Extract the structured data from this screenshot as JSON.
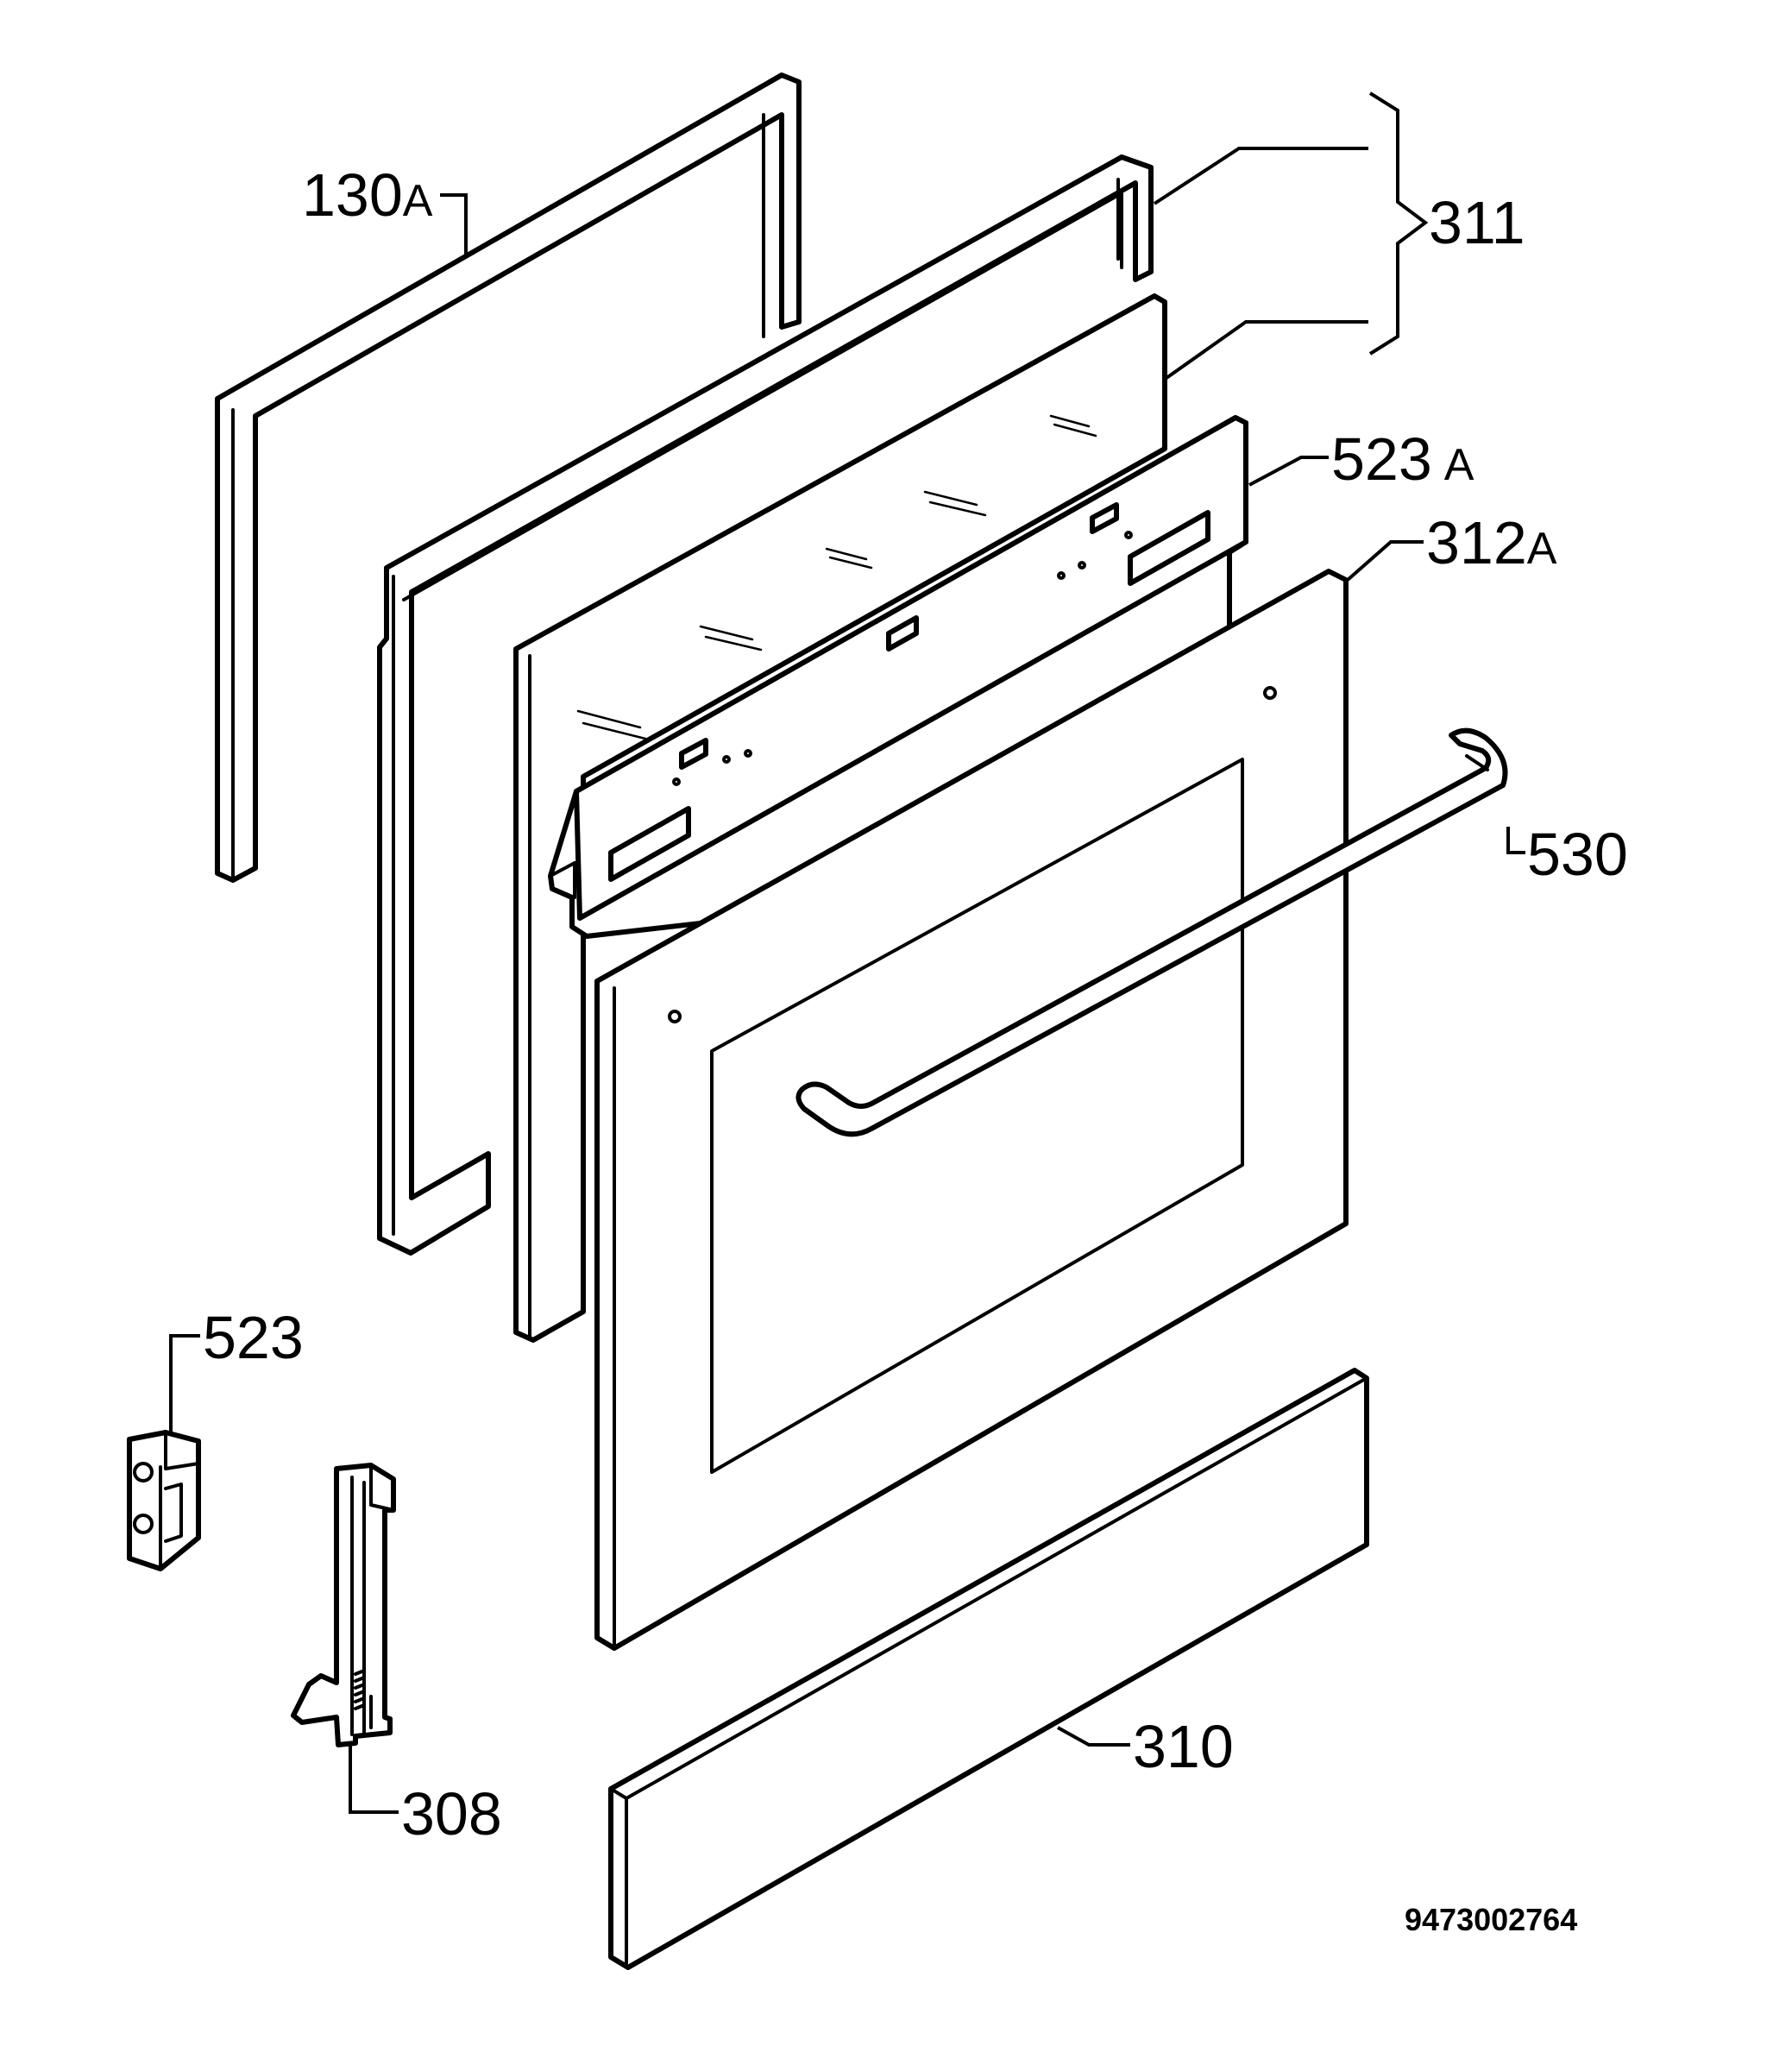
{
  "labels": {
    "p130a_num": "130",
    "p130a_suffix": "A",
    "p311": "311",
    "p523a_num": "523",
    "p523a_suffix": "A",
    "p312a_num": "312",
    "p312a_suffix": "A",
    "p530": "530",
    "p523": "523",
    "p308": "308",
    "p310": "310"
  },
  "document_number": "9473002764"
}
